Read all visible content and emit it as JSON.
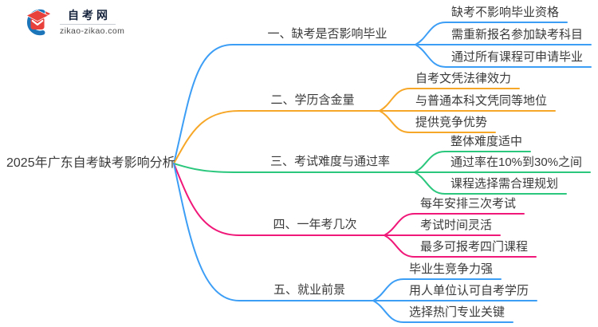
{
  "logo": {
    "title": "自考网",
    "domain": "zikao-zikao.com"
  },
  "root": {
    "label": "2025年广东自考缺考影响分析"
  },
  "branches": [
    {
      "label": "一、缺考是否影响毕业",
      "color": "#3D9EF6",
      "children": [
        "缺考不影响毕业资格",
        "需重新报名参加缺考科目",
        "通过所有课程可申请毕业"
      ]
    },
    {
      "label": "二、学历含金量",
      "color": "#F7A728",
      "children": [
        "自考文凭法律效力",
        "与普通本科文凭同等地位",
        "提供竞争优势"
      ]
    },
    {
      "label": "三、考试难度与通过率",
      "color": "#2BC77D",
      "children": [
        "整体难度适中",
        "通过率在10%到30%之间",
        "课程选择需合理规划"
      ]
    },
    {
      "label": "四、一年考几次",
      "color": "#F01879",
      "children": [
        "每年安排三次考试",
        "考试时间灵活",
        "最多可报考四门课程"
      ]
    },
    {
      "label": "五、就业前景",
      "color": "#3D9EF6",
      "children": [
        "毕业生竞争力强",
        "用人单位认可自考学历",
        "选择热门专业关键"
      ]
    }
  ],
  "icon_colors": {
    "crescent_blue": "#1C74B9",
    "cap_red": "#E8413C"
  }
}
